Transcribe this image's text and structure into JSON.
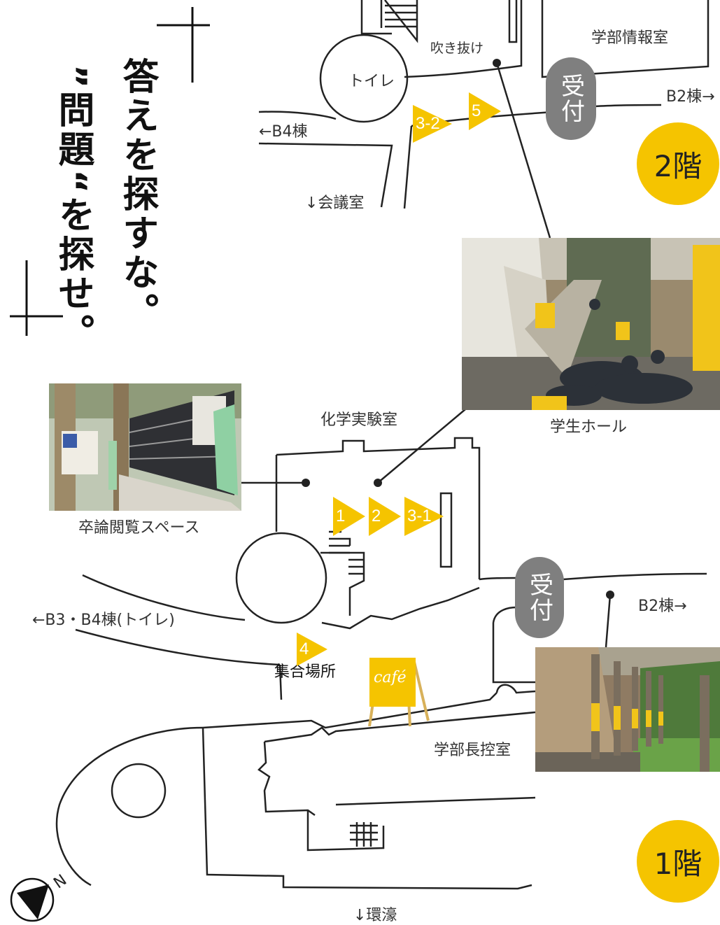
{
  "title": {
    "line1": "答えを探すな。",
    "line2": "”問題“を探せ。"
  },
  "floor2": {
    "badge": "2階",
    "reception": "受付",
    "labels": {
      "toilet": "トイレ",
      "atrium": "吹き抜け",
      "info_room": "学部情報室",
      "to_b2": "B2棟→",
      "to_b4": "←B4棟",
      "meeting_room": "↓会議室"
    },
    "markers": [
      "3-2",
      "5"
    ]
  },
  "floor1": {
    "badge": "1階",
    "reception": "受付",
    "labels": {
      "chem_lab": "化学実験室",
      "thesis_space": "卒論閲覧スペース",
      "student_hall": "学生ホール",
      "to_b3b4": "←B3・B4棟(トイレ)",
      "to_b2": "B2棟→",
      "meeting_place": "集合場所",
      "dean_waiting": "学部長控室",
      "to_kango": "↓環濠"
    },
    "markers": [
      "1",
      "2",
      "3-1",
      "4"
    ],
    "cafe": "café"
  },
  "compass": {
    "north": "N"
  },
  "colors": {
    "accent": "#f5c400",
    "reception": "#7f7f7f",
    "line": "#222222"
  }
}
